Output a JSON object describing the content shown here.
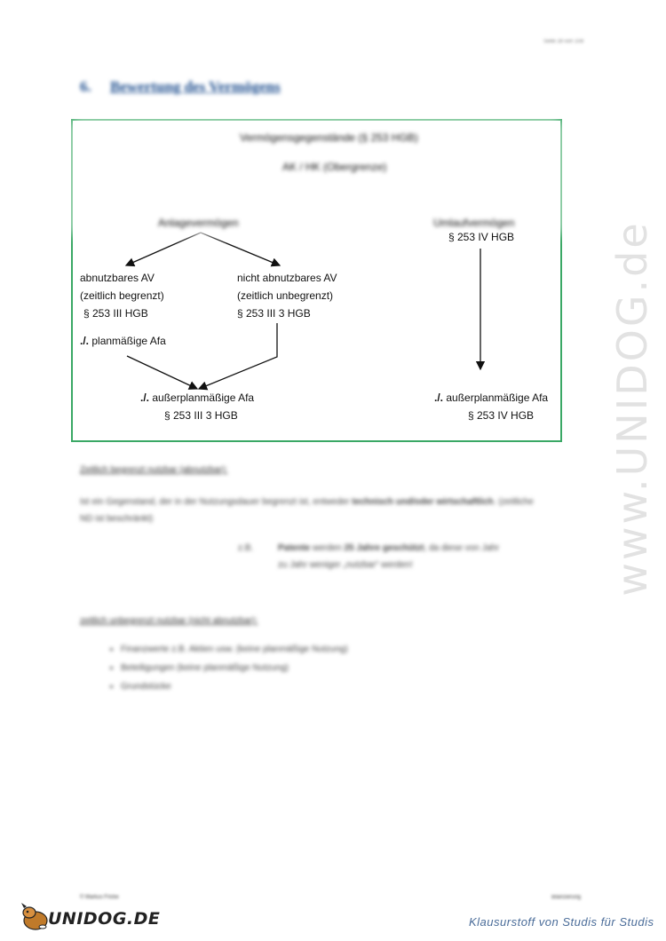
{
  "header": {
    "page_number": "Seite 28 von 108"
  },
  "section": {
    "number": "6.",
    "title": "Bewertung des Vermögens"
  },
  "diagram": {
    "root": "Vermögensgegenstände (§ 253 HGB)",
    "upper_limit": "AK / HK (Obergrenze)",
    "anlage": "Anlagevermögen",
    "umlauf": "Umlaufvermögen",
    "umlauf_ref": "§ 253 IV HGB",
    "abnutzbar": {
      "line1": "abnutzbares AV",
      "line2": "(zeitlich begrenzt)",
      "ref": "§ 253 III HGB",
      "plan_sign": "./.",
      "plan_label": "planmäßige Afa"
    },
    "nicht_abnutzbar": {
      "line1": "nicht abnutzbares AV",
      "line2": "(zeitlich unbegrenzt)",
      "ref": "§ 253 III 3 HGB"
    },
    "ausserplan_left": {
      "sign": "./.",
      "label": "außerplanmäßige Afa",
      "ref": "§ 253 III 3 HGB"
    },
    "ausserplan_right": {
      "sign": "./.",
      "label": "außerplanmäßige Afa",
      "ref": "§ 253 IV HGB"
    }
  },
  "body": {
    "limited_title": "Zeitlich begrenzt nutzbar (abnutzbar):",
    "limited_text_1": "Ist ein Gegenstand, der in der Nutzungsdauer begrenzt ist, entweder ",
    "limited_text_bold_1": "technisch und/oder",
    "limited_text_bold_2": "wirtschaftlich",
    "limited_text_2": ". (zeitliche ND ist beschränkt)",
    "example_prefix": "z.B.",
    "example_bold_1": "Patente",
    "example_text_1": " werden ",
    "example_bold_2": "25 Jahre geschützt",
    "example_text_2": ", da diese von Jahr",
    "example_text_3": "zu Jahr weniger „nutzbar“ werden!",
    "unlimited_title": "zeitlich unbegrenzt nutzbar (nicht abnutzbar):",
    "bullets": [
      "Finanzwerte z.B. Aktien usw. (keine planmäßige Nutzung)",
      "Beteiligungen (keine planmäßige Nutzung)",
      "Grundstücke"
    ]
  },
  "footer": {
    "author": "© Markus Fricke",
    "subject": "Bilanzierung",
    "logo": "UNIDOG.DE",
    "slogan": "Klausurstoff von Studis für Studis",
    "watermark": "www.UNIDOG.de"
  },
  "colors": {
    "heading": "#1f4f8f",
    "box_border": "#3aa865",
    "slogan": "#4a6c99"
  }
}
